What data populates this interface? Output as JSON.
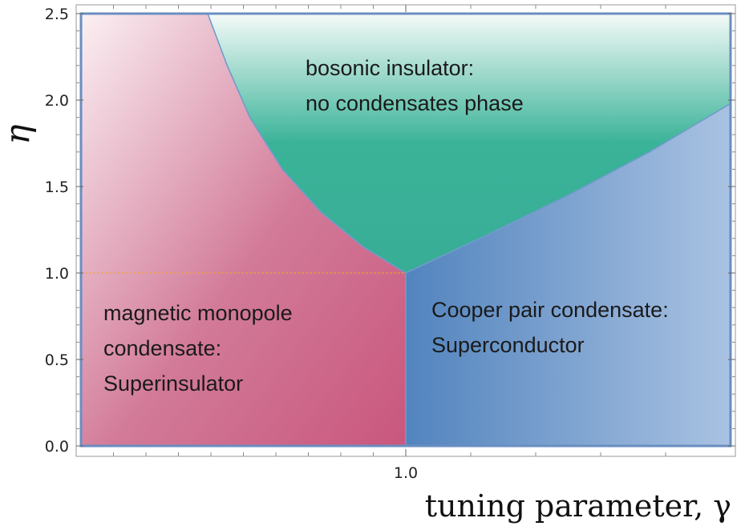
{
  "chart_data": {
    "type": "area",
    "title": "",
    "xlabel": "tuning parameter, γ",
    "ylabel": "η",
    "xlim": [
      0.0,
      2.0
    ],
    "ylim": [
      0.0,
      2.5
    ],
    "x_ticks": [
      {
        "value": 1.0,
        "label": "1.0"
      }
    ],
    "y_ticks": [
      {
        "value": 0.0,
        "label": "0.0"
      },
      {
        "value": 0.5,
        "label": "0.5"
      },
      {
        "value": 1.0,
        "label": "1.0"
      },
      {
        "value": 1.5,
        "label": "1.5"
      },
      {
        "value": 2.0,
        "label": "2.0"
      },
      {
        "value": 2.5,
        "label": "2.5"
      }
    ],
    "reference_line": {
      "y": 1.0,
      "x_from": 0.0,
      "x_to": 1.0,
      "color": "#f5a623",
      "style": "dashed"
    },
    "boundaries": {
      "superinsulator_insulator": [
        [
          0.39,
          2.5
        ],
        [
          0.45,
          2.2
        ],
        [
          0.52,
          1.9
        ],
        [
          0.62,
          1.6
        ],
        [
          0.74,
          1.35
        ],
        [
          0.87,
          1.15
        ],
        [
          1.0,
          1.0
        ]
      ],
      "insulator_superconductor": [
        [
          1.0,
          1.0
        ],
        [
          1.25,
          1.22
        ],
        [
          1.5,
          1.45
        ],
        [
          1.75,
          1.7
        ],
        [
          2.0,
          1.98
        ]
      ],
      "superinsulator_superconductor": [
        [
          1.0,
          1.0
        ],
        [
          1.0,
          0.0
        ]
      ]
    },
    "regions": [
      {
        "key": "superinsulator",
        "lines": [
          "magnetic monopole",
          "condensate:",
          "Superinsulator"
        ],
        "color": "#cc6688"
      },
      {
        "key": "insulator",
        "lines": [
          "bosonic insulator:",
          "no condensates phase"
        ],
        "color": "#3aaf95"
      },
      {
        "key": "superconductor",
        "lines": [
          "Cooper pair condensate:",
          "Superconductor"
        ],
        "color": "#5a8ac4"
      }
    ]
  },
  "colors": {
    "frame": "#6a8ec0",
    "boundary": "#6f9ccc",
    "grid_axis": "#999999"
  }
}
